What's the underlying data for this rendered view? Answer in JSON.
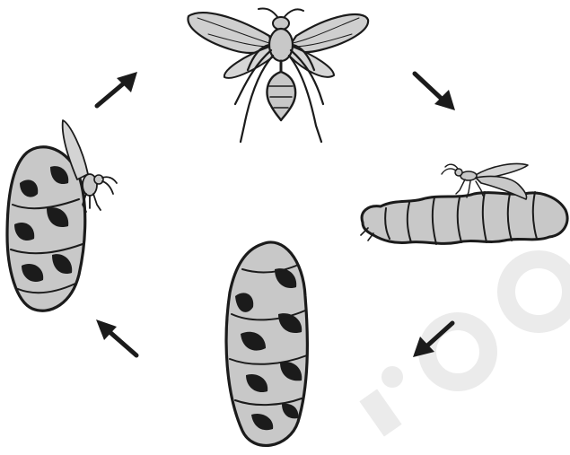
{
  "diagram": {
    "type": "life-cycle",
    "stages": [
      {
        "id": "adult-wasp",
        "icon": "wasp-icon"
      },
      {
        "id": "parasitized-larva",
        "icon": "larva-with-wasp-icon"
      },
      {
        "id": "pupa",
        "icon": "cocoon-icon"
      },
      {
        "id": "emerging-adult",
        "icon": "cocoon-with-emerging-wasp-icon"
      }
    ],
    "arrows": [
      "arrow-down-right",
      "arrow-down-left",
      "arrow-up-left",
      "arrow-up-right"
    ],
    "watermark": "i o n",
    "colors": {
      "ink": "#1b1b1b",
      "fill": "#c8c8c8",
      "watermark": "#ebebeb",
      "background": "#ffffff"
    }
  }
}
